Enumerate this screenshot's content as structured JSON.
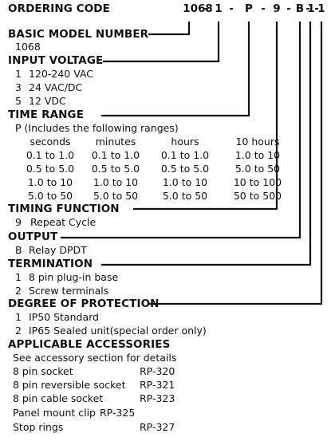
{
  "ordering_code": {
    "label": "ORDERING CODE",
    "code_parts": [
      "1068",
      "-",
      "1",
      "-",
      "P",
      "-",
      "9",
      "-",
      "B",
      "-",
      "1",
      "-",
      "1"
    ]
  },
  "basic_model": {
    "heading": "BASIC MODEL NUMBER",
    "value": "1068"
  },
  "input_voltage": {
    "heading": "INPUT VOLTAGE",
    "options": [
      {
        "code": "1",
        "text": "120-240 VAC"
      },
      {
        "code": "3",
        "text": "24 VAC/DC"
      },
      {
        "code": "5",
        "text": "12 VDC"
      }
    ]
  },
  "time_range": {
    "heading": "TIME RANGE",
    "note": "P (Includes the following ranges)",
    "columns": [
      "seconds",
      "minutes",
      "hours",
      "10 hours"
    ],
    "rows": [
      [
        "0.1 to 1.0",
        "0.1 to 1.0",
        "0.1 to 1.0",
        "1.0 to 10"
      ],
      [
        "0.5 to 5.0",
        "0.5 to 5.0",
        "0.5 to 5.0",
        "5.0 to 50"
      ],
      [
        "1.0 to 10",
        "1.0 to 10",
        "1.0 to 10",
        "10 to 100"
      ],
      [
        "5.0 to 50",
        "5.0 to 50",
        "5.0 to 50",
        "50 to 500"
      ]
    ]
  },
  "timing_function": {
    "heading": "TIMING FUNCTION",
    "option": {
      "code": "9",
      "text": "Repeat Cycle"
    }
  },
  "output": {
    "heading": "OUTPUT",
    "option": {
      "code": "B",
      "text": "Relay DPDT"
    }
  },
  "termination": {
    "heading": "TERMINATION",
    "options": [
      {
        "code": "1",
        "text": "8 pin plug-in base"
      },
      {
        "code": "2",
        "text": "Screw terminals"
      }
    ]
  },
  "degree_of_protection": {
    "heading": "DEGREE OF PROTECTION",
    "options": [
      {
        "code": "1",
        "text": "IP50 Standard"
      },
      {
        "code": "2",
        "text": "IP65 Sealed unit(special order only)"
      }
    ]
  },
  "accessories": {
    "heading": "APPLICABLE ACCESSORIES",
    "note": "See accessory section for details",
    "items": [
      {
        "name": "8 pin socket",
        "part": "RP-320"
      },
      {
        "name": "8 pin reversible socket",
        "part": "RP-321"
      },
      {
        "name": "8 pin cable socket",
        "part": "RP-323"
      },
      {
        "name": "Panel mount clip",
        "part": "RP-325"
      },
      {
        "name": "Stop rings",
        "part": "RP-327"
      }
    ]
  }
}
